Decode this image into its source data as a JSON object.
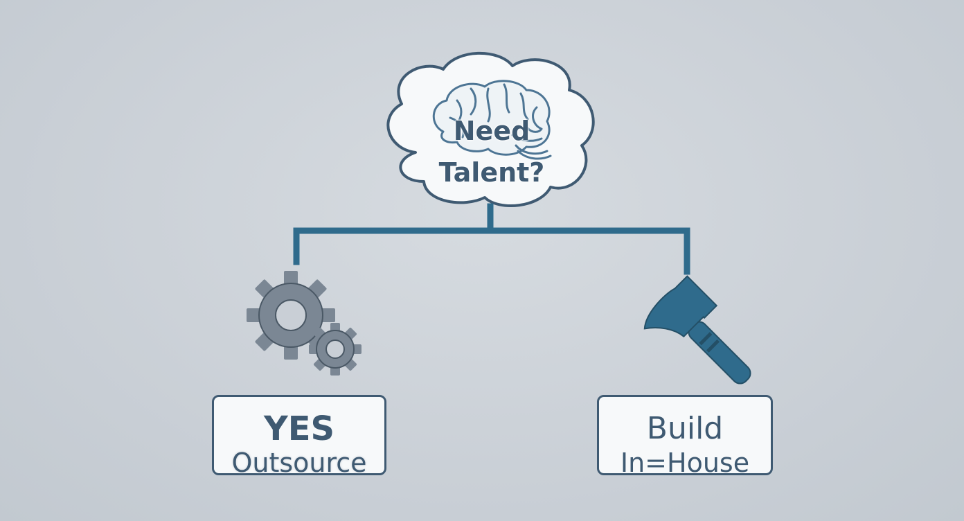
{
  "question": {
    "line1": "Need",
    "line2": "Talent?"
  },
  "branches": {
    "left": {
      "title": "YES",
      "subtitle": "Outsource"
    },
    "right": {
      "title": "Build",
      "subtitle": "In=House"
    }
  },
  "icons": {
    "top": "brain-icon",
    "left": "gears-icon",
    "right": "hammer-icon"
  },
  "colors": {
    "background": "#c9cfd6",
    "connector": "#2f6b8c",
    "text": "#3f5a72",
    "gear": "#7b8794",
    "hammer": "#2f6b8c",
    "box_fill": "#f7f9fa"
  }
}
